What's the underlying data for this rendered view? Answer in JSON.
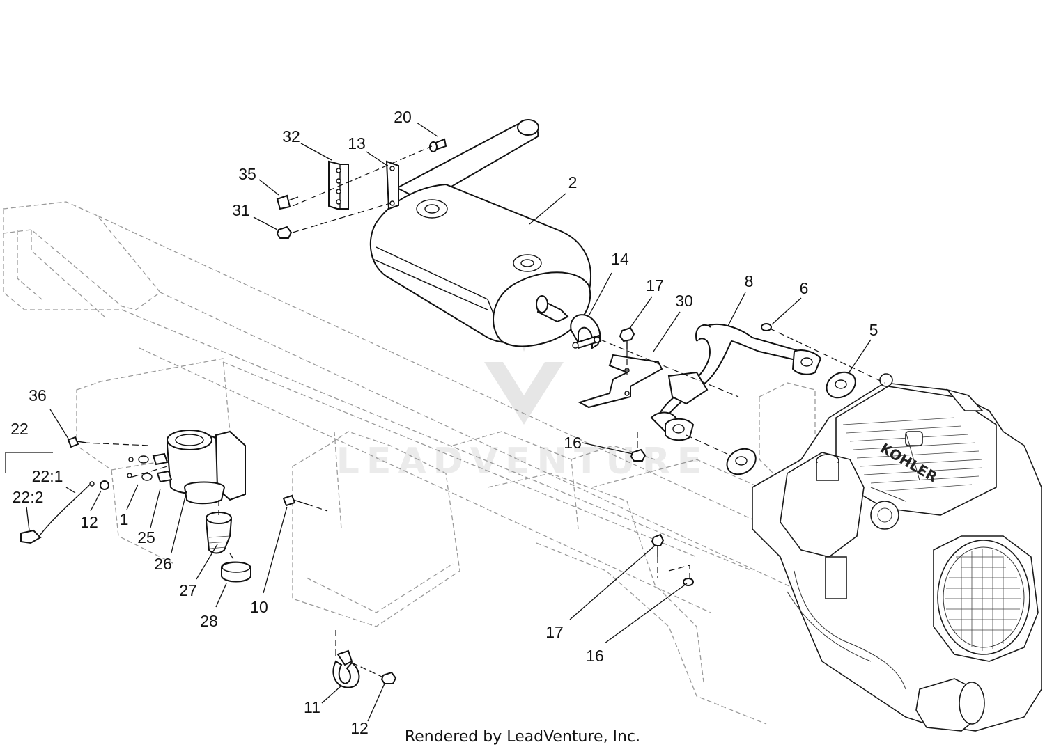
{
  "footer": {
    "text": "Rendered by LeadVenture, Inc."
  },
  "watermark": {
    "text": "LEADVENTURE"
  },
  "engine": {
    "brand_label": "KOHLER"
  },
  "callouts": [
    {
      "id": "c20a",
      "label": "20"
    },
    {
      "id": "c32",
      "label": "32"
    },
    {
      "id": "c13",
      "label": "13"
    },
    {
      "id": "c35",
      "label": "35"
    },
    {
      "id": "c2",
      "label": "2"
    },
    {
      "id": "c31",
      "label": "31"
    },
    {
      "id": "c14",
      "label": "14"
    },
    {
      "id": "c17a",
      "label": "17"
    },
    {
      "id": "c30",
      "label": "30"
    },
    {
      "id": "c8",
      "label": "8"
    },
    {
      "id": "c6",
      "label": "6"
    },
    {
      "id": "c5",
      "label": "5"
    },
    {
      "id": "c36",
      "label": "36"
    },
    {
      "id": "c22",
      "label": "22"
    },
    {
      "id": "c22_1",
      "label": "22:1"
    },
    {
      "id": "c22_2",
      "label": "22:2"
    },
    {
      "id": "c12a",
      "label": "12"
    },
    {
      "id": "c1",
      "label": "1"
    },
    {
      "id": "c25",
      "label": "25"
    },
    {
      "id": "c26",
      "label": "26"
    },
    {
      "id": "c27",
      "label": "27"
    },
    {
      "id": "c28",
      "label": "28"
    },
    {
      "id": "c10",
      "label": "10"
    },
    {
      "id": "c16a",
      "label": "16"
    },
    {
      "id": "c17b",
      "label": "17"
    },
    {
      "id": "c16b",
      "label": "16"
    },
    {
      "id": "c11",
      "label": "11"
    },
    {
      "id": "c12b",
      "label": "12"
    }
  ]
}
